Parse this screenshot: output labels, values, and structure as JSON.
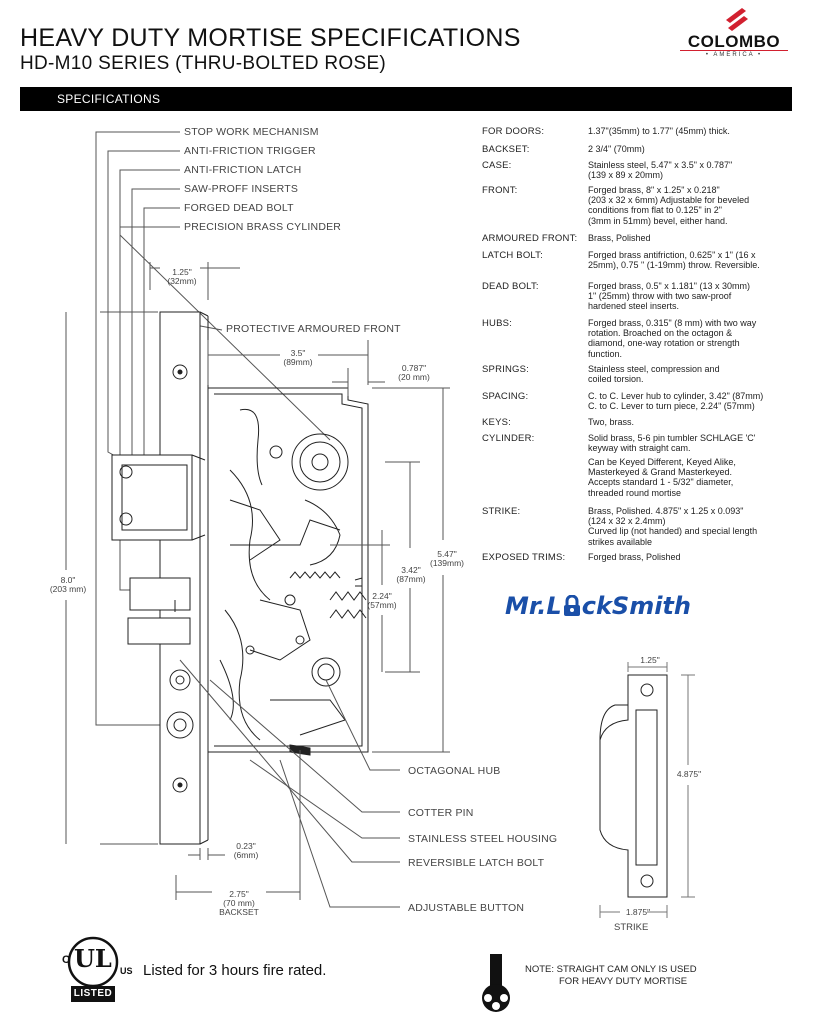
{
  "header": {
    "title": "HEAVY DUTY MORTISE SPECIFICATIONS",
    "subtitle": "HD-M10 SERIES (THRU-BOLTED ROSE)",
    "section_bar": "SPECIFICATIONS"
  },
  "brand": {
    "name": "COLOMBO",
    "tagline": "• AMERICA •",
    "accent_color": "#d2202f"
  },
  "callouts": {
    "stop_work": "STOP WORK MECHANISM",
    "anti_trigger": "ANTI-FRICTION TRIGGER",
    "anti_latch": "ANTI-FRICTION LATCH",
    "saw_inserts": "SAW-PROFF INSERTS",
    "forged_bolt": "FORGED DEAD BOLT",
    "precision_cyl": "PRECISION BRASS CYLINDER",
    "armoured_front": "PROTECTIVE ARMOURED FRONT",
    "octagonal_hub": "OCTAGONAL HUB",
    "cotter_pin": "COTTER PIN",
    "housing": "STAINLESS STEEL HOUSING",
    "reversible": "REVERSIBLE LATCH BOLT",
    "adjustable": "ADJUSTABLE BUTTON"
  },
  "dimensions": {
    "d125_a": "1.25\"",
    "d125_b": "(32mm)",
    "d35_a": "3.5\"",
    "d35_b": "(89mm)",
    "d0787_a": "0.787\"",
    "d0787_b": "(20 mm)",
    "d547_a": "5.47\"",
    "d547_b": "(139mm)",
    "d342_a": "3.42\"",
    "d342_b": "(87mm)",
    "d224_a": "2.24\"",
    "d224_b": "(57mm)",
    "d80_a": "8.0\"",
    "d80_b": "(203 mm)",
    "d023_a": "0.23\"",
    "d023_b": "(6mm)",
    "d275_a": "2.75\"",
    "d275_b": "(70 mm)",
    "d275_c": "BACKSET"
  },
  "specs": [
    {
      "label": "FOR DOORS:",
      "value": "1.37\"(35mm) to 1.77\" (45mm) thick."
    },
    {
      "label": "BACKSET:",
      "value": "2 3/4\" (70mm)"
    },
    {
      "label": "CASE:",
      "value": "Stainless steel, 5.47\" x 3.5\" x  0.787\"\n              (139 x 89 x 20mm)"
    },
    {
      "label": "FRONT:",
      "value": "Forged brass, 8\" x 1.25\" x 0.218\"\n(203 x 32 x 6mm) Adjustable for beveled\nconditions from flat to 0.125\" in 2\"\n(3mm in 51mm) bevel, either hand."
    },
    {
      "label": "ARMOURED FRONT:",
      "value": "Brass, Polished"
    },
    {
      "label": "LATCH BOLT:",
      "value": "Forged brass antifriction, 0.625\" x 1\" (16 x\n25mm), 0.75 \" (1-19mm) throw. Reversible."
    },
    {
      "label": "DEAD BOLT:",
      "value": "Forged brass, 0.5\" x 1.181\" (13 x 30mm)\n1\" (25mm) throw with two saw-proof\nhardened steel inserts."
    },
    {
      "label": "HUBS:",
      "value": "Forged brass, 0.315\" (8 mm) with two way\nrotation. Broached on the octagon &\ndiamond,  one-way rotation or strength\nfunction."
    },
    {
      "label": "SPRINGS:",
      "value": "Stainless steel, compression and\ncoiled torsion."
    },
    {
      "label": "SPACING:",
      "value": "C. to C. Lever hub to cylinder, 3.42\" (87mm)\nC. to C. Lever to turn piece, 2.24\" (57mm)"
    },
    {
      "label": "KEYS:",
      "value": "Two, brass."
    },
    {
      "label": "CYLINDER:",
      "value": "Solid brass, 5-6 pin tumbler SCHLAGE 'C'\nkeyway with straight cam."
    },
    {
      "label": "",
      "value": "Can be Keyed Different, Keyed Alike,\nMasterkeyed & Grand Masterkeyed.\nAccepts standard 1 - 5/32\" diameter,\nthreaded round mortise"
    },
    {
      "label": "STRIKE:",
      "value": "Brass, Polished. 4.875\" x 1.25 x  0.093\"\n                   (124 x 32 x 2.4mm)\nCurved lip (not handed) and special length\nstrikes available"
    },
    {
      "label": "EXPOSED TRIMS:",
      "value": "Forged brass, Polished"
    }
  ],
  "promo": {
    "name_left": "Mr.L",
    "name_right": "ckSmith",
    "color": "#1a4fa8"
  },
  "strike": {
    "width_top": "1.25\"",
    "height": "4.875\"",
    "width_bottom": "1.875\"",
    "label": "STRIKE"
  },
  "certification": {
    "ul_letters": "UL",
    "ul_c": "C",
    "ul_us": "US",
    "ul_listed": "LISTED",
    "text": "Listed for 3 hours fire rated."
  },
  "note": {
    "line1": "NOTE:  STRAIGHT CAM ONLY IS USED",
    "line2": "FOR HEAVY DUTY MORTISE"
  }
}
